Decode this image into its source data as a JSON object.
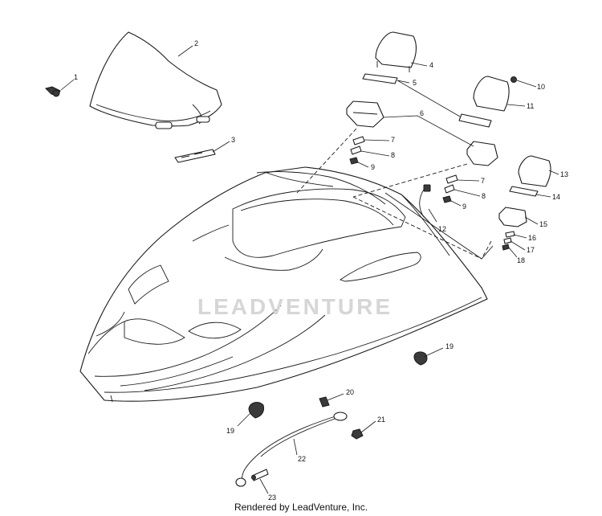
{
  "watermark": "LEADVENTURE",
  "footer": "Rendered by LeadVenture, Inc.",
  "callouts": [
    "1",
    "2",
    "3",
    "4",
    "5",
    "6",
    "7",
    "8",
    "9",
    "10",
    "11",
    "12",
    "13",
    "14",
    "15",
    "16",
    "17",
    "18",
    "19",
    "19",
    "20",
    "21",
    "22",
    "23"
  ]
}
